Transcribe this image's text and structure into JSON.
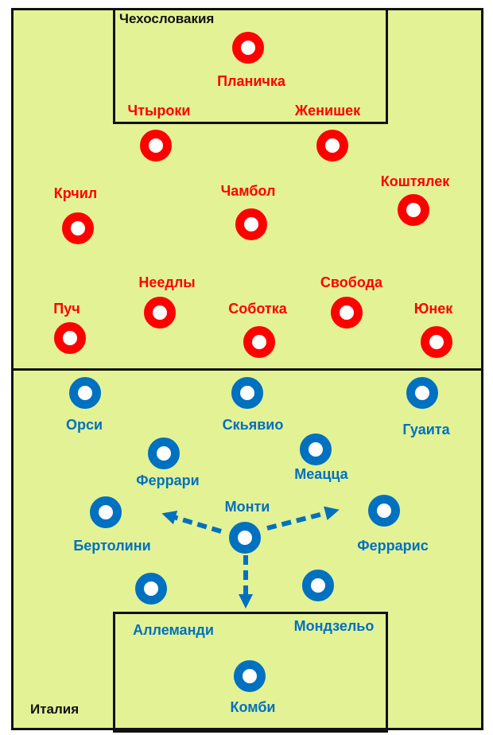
{
  "teams": {
    "czechoslovakia": {
      "name": "Чехословакия",
      "color": "#ff0000",
      "players": [
        {
          "id": "planicka",
          "name": "Планичка"
        },
        {
          "id": "ctyroky",
          "name": "Чтыроки"
        },
        {
          "id": "zenisek",
          "name": "Женишек"
        },
        {
          "id": "krcil",
          "name": "Крчил"
        },
        {
          "id": "cambal",
          "name": "Чамбол"
        },
        {
          "id": "kostalek",
          "name": "Коштялек"
        },
        {
          "id": "puc",
          "name": "Пуч"
        },
        {
          "id": "nejedly",
          "name": "Неедлы"
        },
        {
          "id": "sobotka",
          "name": "Соботка"
        },
        {
          "id": "svoboda",
          "name": "Свобода"
        },
        {
          "id": "junek",
          "name": "Юнек"
        }
      ]
    },
    "italy": {
      "name": "Италия",
      "color": "#0070c0",
      "players": [
        {
          "id": "orsi",
          "name": "Орси"
        },
        {
          "id": "schiavio",
          "name": "Скьявио"
        },
        {
          "id": "guaita",
          "name": "Гуаита"
        },
        {
          "id": "ferrari",
          "name": "Феррари"
        },
        {
          "id": "meazza",
          "name": "Меацца"
        },
        {
          "id": "bertolini",
          "name": "Бертолини"
        },
        {
          "id": "monti",
          "name": "Монти"
        },
        {
          "id": "ferraris",
          "name": "Феррарис"
        },
        {
          "id": "allemandi",
          "name": "Аллеманди"
        },
        {
          "id": "monzeglio",
          "name": "Мондзельо"
        },
        {
          "id": "combi",
          "name": "Комби"
        }
      ]
    }
  },
  "colors": {
    "pitch": "#e3f295",
    "lines": "#111111",
    "arrow": "#0070c0"
  }
}
